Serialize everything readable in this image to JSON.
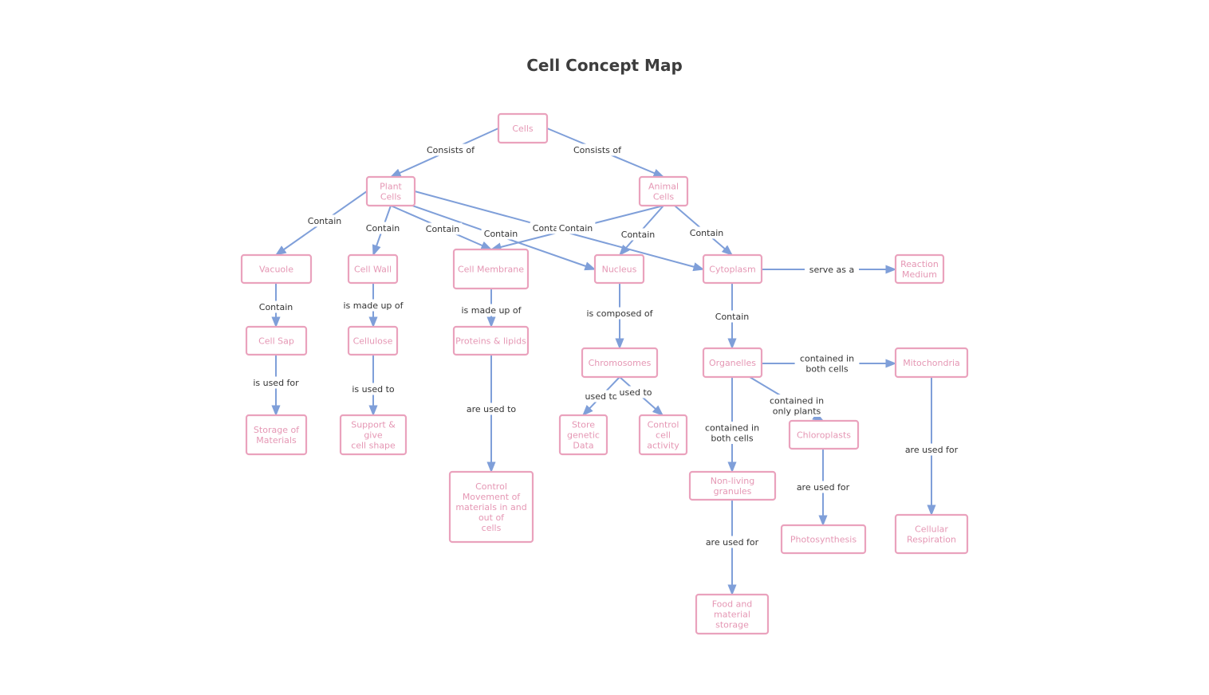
{
  "title": "Cell Concept Map",
  "colors": {
    "node_border": "#eaa2bd",
    "node_text": "#e597b4",
    "edge": "#7f9fd9",
    "edge_label": "#333333",
    "title": "#3d3d3d"
  },
  "nodes": {
    "cells": {
      "lines": [
        "Cells"
      ]
    },
    "plant": {
      "lines": [
        "Plant",
        "Cells"
      ]
    },
    "animal": {
      "lines": [
        "Animal",
        "Cells"
      ]
    },
    "vacuole": {
      "lines": [
        "Vacuole"
      ]
    },
    "cellwall": {
      "lines": [
        "Cell Wall"
      ]
    },
    "membrane": {
      "lines": [
        "Cell Membrane"
      ]
    },
    "nucleus": {
      "lines": [
        "Nucleus"
      ]
    },
    "cytoplasm": {
      "lines": [
        "Cytoplasm"
      ]
    },
    "reaction": {
      "lines": [
        "Reaction",
        "Medium"
      ]
    },
    "cellsap": {
      "lines": [
        "Cell Sap"
      ]
    },
    "cellulose": {
      "lines": [
        "Cellulose"
      ]
    },
    "proteins": {
      "lines": [
        "Proteins & lipids"
      ]
    },
    "chromosomes": {
      "lines": [
        "Chromosomes"
      ]
    },
    "organelles": {
      "lines": [
        "Organelles"
      ]
    },
    "mitochondria": {
      "lines": [
        "Mitochondria"
      ]
    },
    "storage": {
      "lines": [
        "Storage of",
        "Materials"
      ]
    },
    "support": {
      "lines": [
        "Support &",
        "give",
        "cell shape"
      ]
    },
    "genetic": {
      "lines": [
        "Store",
        "genetic",
        "Data"
      ]
    },
    "control": {
      "lines": [
        "Control",
        "cell",
        "activity"
      ]
    },
    "chloroplasts": {
      "lines": [
        "Chloroplasts"
      ]
    },
    "movement": {
      "lines": [
        "Control",
        "Movement of",
        "materials in and",
        "out of",
        "cells"
      ]
    },
    "granules": {
      "lines": [
        "Non-living",
        "granules"
      ]
    },
    "photosynthesis": {
      "lines": [
        "Photosynthesis"
      ]
    },
    "respiration": {
      "lines": [
        "Cellular",
        "Respiration"
      ]
    },
    "food": {
      "lines": [
        "Food and",
        "material",
        "storage"
      ]
    }
  },
  "edges": [
    {
      "from": "cells",
      "to": "plant",
      "label": [
        "Consists of"
      ]
    },
    {
      "from": "cells",
      "to": "animal",
      "label": [
        "Consists of"
      ]
    },
    {
      "from": "plant",
      "to": "vacuole",
      "label": [
        "Contain"
      ]
    },
    {
      "from": "plant",
      "to": "cellwall",
      "label": [
        "Contain"
      ]
    },
    {
      "from": "plant",
      "to": "membrane",
      "label": [
        "Contain"
      ]
    },
    {
      "from": "plant",
      "to": "nucleus",
      "label": [
        "Contain"
      ]
    },
    {
      "from": "plant",
      "to": "cytoplasm",
      "label": [
        "Contain"
      ]
    },
    {
      "from": "animal",
      "to": "membrane",
      "label": [
        "Contain"
      ]
    },
    {
      "from": "animal",
      "to": "nucleus",
      "label": [
        "Contain"
      ]
    },
    {
      "from": "animal",
      "to": "cytoplasm",
      "label": [
        "Contain"
      ]
    },
    {
      "from": "cytoplasm",
      "to": "reaction",
      "label": [
        "serve as a"
      ]
    },
    {
      "from": "vacuole",
      "to": "cellsap",
      "label": [
        "Contain"
      ]
    },
    {
      "from": "cellwall",
      "to": "cellulose",
      "label": [
        "is made up of"
      ]
    },
    {
      "from": "membrane",
      "to": "proteins",
      "label": [
        "is made up of"
      ]
    },
    {
      "from": "nucleus",
      "to": "chromosomes",
      "label": [
        "is composed of"
      ]
    },
    {
      "from": "cytoplasm",
      "to": "organelles",
      "label": [
        "Contain"
      ]
    },
    {
      "from": "organelles",
      "to": "mitochondria",
      "label": [
        "contained in",
        "both cells"
      ]
    },
    {
      "from": "cellsap",
      "to": "storage",
      "label": [
        "is used for"
      ]
    },
    {
      "from": "cellulose",
      "to": "support",
      "label": [
        "is used to"
      ]
    },
    {
      "from": "proteins",
      "to": "movement",
      "label": [
        "are used to"
      ]
    },
    {
      "from": "chromosomes",
      "to": "genetic",
      "label": [
        "used to"
      ]
    },
    {
      "from": "chromosomes",
      "to": "control",
      "label": [
        "used to"
      ]
    },
    {
      "from": "organelles",
      "to": "chloroplasts",
      "label": [
        "contained in",
        "only plants"
      ]
    },
    {
      "from": "organelles",
      "to": "granules",
      "label": [
        "contained in",
        "both cells"
      ]
    },
    {
      "from": "mitochondria",
      "to": "respiration",
      "label": [
        "are used for"
      ]
    },
    {
      "from": "chloroplasts",
      "to": "photosynthesis",
      "label": [
        "are used for"
      ]
    },
    {
      "from": "granules",
      "to": "food",
      "label": [
        "are used for"
      ]
    }
  ]
}
